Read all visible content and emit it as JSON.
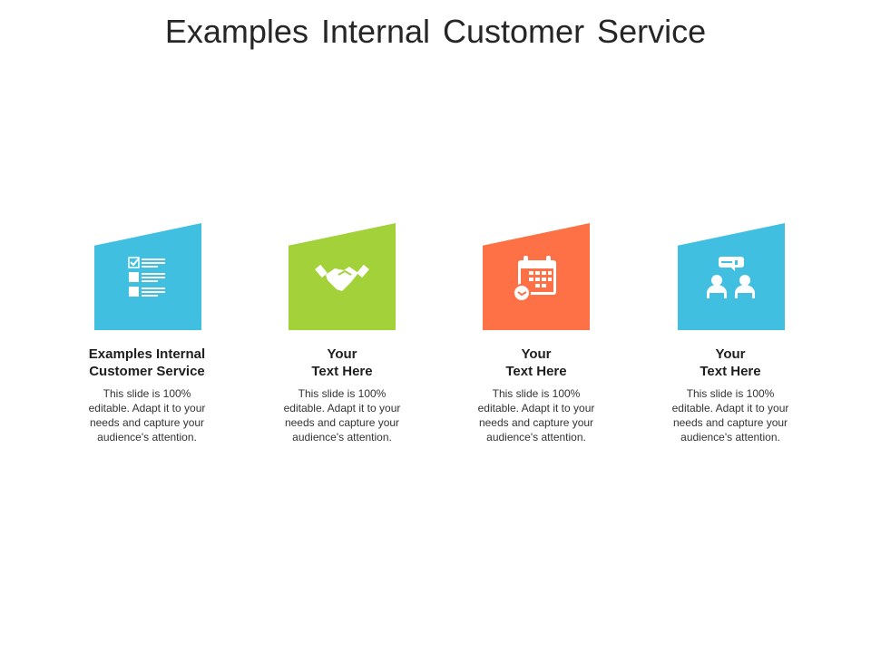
{
  "title": "Examples Internal Customer Service",
  "colors": {
    "blue": "#41BFE0",
    "green": "#A3D13A",
    "orange": "#FE7046"
  },
  "items": [
    {
      "icon": "checklist-icon",
      "heading_line1": "Examples Internal",
      "heading_line2": "Customer Service",
      "body": "This slide is 100% editable. Adapt it to your needs and capture your audience's attention."
    },
    {
      "icon": "handshake-icon",
      "heading_line1": "Your",
      "heading_line2": "Text Here",
      "body": "This slide is 100% editable. Adapt it to your needs and capture your audience's attention."
    },
    {
      "icon": "calendar-icon",
      "heading_line1": "Your",
      "heading_line2": "Text Here",
      "body": "This slide is 100% editable. Adapt it to your needs and capture your audience's attention."
    },
    {
      "icon": "conversation-icon",
      "heading_line1": "Your",
      "heading_line2": "Text Here",
      "body": "This slide is 100% editable. Adapt it to your needs and capture your audience's attention."
    }
  ]
}
